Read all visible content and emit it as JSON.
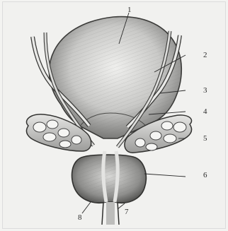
{
  "figure": {
    "labels": [
      "1",
      "2",
      "3",
      "4",
      "5",
      "6",
      "7",
      "8"
    ]
  },
  "colors": {
    "background": "#f1f1ef",
    "ink": "#2f2f2f",
    "shade": "#9a9a9a",
    "light": "#e2e2e2"
  }
}
